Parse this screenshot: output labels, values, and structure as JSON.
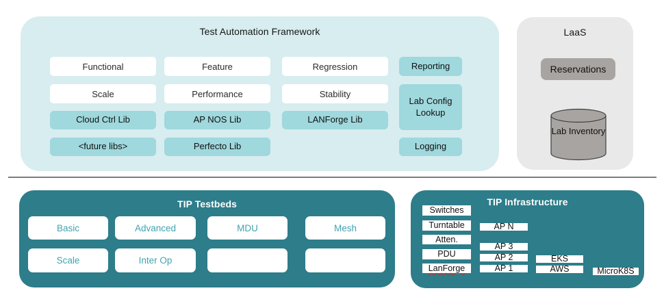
{
  "colors": {
    "light-teal": "#d7edf0",
    "mid-teal": "#9fd8dd",
    "dark-teal": "#2d7d8a",
    "teal-text": "#3fa3b0",
    "laas-gray": "#e9e9e9",
    "gray-box": "#a7a4a1",
    "divider": "#7b7b7b"
  },
  "taf": {
    "title": "Test Automation Framework",
    "boxes": {
      "functional": "Functional",
      "feature": "Feature",
      "regression": "Regression",
      "scale": "Scale",
      "performance": "Performance",
      "stability": "Stability",
      "cloud_ctrl_lib": "Cloud Ctrl Lib",
      "ap_nos_lib": "AP NOS Lib",
      "lanforge_lib": "LANForge Lib",
      "future_libs": "<future libs>",
      "perfecto_lib": "Perfecto Lib",
      "reporting": "Reporting",
      "lab_config_lookup": "Lab Config Lookup",
      "logging": "Logging"
    }
  },
  "laas": {
    "title": "LaaS",
    "reservations": "Reservations",
    "lab_inventory": "Lab Inventory"
  },
  "tip_testbeds": {
    "title": "TIP Testbeds",
    "boxes": {
      "basic": "Basic",
      "advanced": "Advanced",
      "mdu": "MDU",
      "mesh": "Mesh",
      "scale": "Scale",
      "inter_op": "Inter Op",
      "empty_1": "",
      "empty_2": ""
    }
  },
  "tip_infrastructure": {
    "title": "TIP Infrastructure",
    "devices": {
      "switches": "Switches",
      "turntable": "Turntable",
      "atten": "Atten.",
      "pdu": "PDU",
      "lanforge": "LanForge"
    },
    "access_points": {
      "ap_n": "AP N",
      "ap_3": "AP 3",
      "ap_2": "AP 2",
      "ap_1": "AP 1"
    },
    "cloud": {
      "eks": "EKS",
      "aws": "AWS",
      "microk8s": "MicroK8S"
    }
  }
}
